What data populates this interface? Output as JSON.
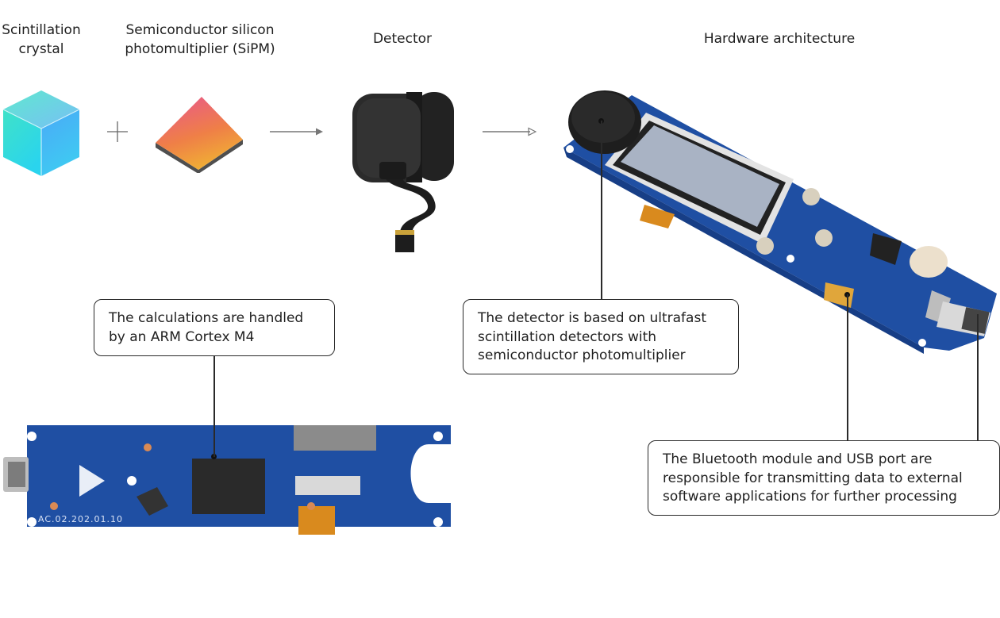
{
  "headings": {
    "crystal": "Scintillation\ncrystal",
    "sipm": "Semiconductor silicon\nphotomultiplier (SiPM)",
    "detector": "Detector",
    "hardware": "Hardware architecture"
  },
  "operators": {
    "plus": "plus-icon",
    "arrow_1": "arrow-right-icon",
    "arrow_2": "arrow-right-icon"
  },
  "callouts": {
    "arm": "The calculations are handled\nby an ARM Cortex M4",
    "detector": "The detector is based on ultrafast\nscintillation detectors with\nsemiconductor photomultiplier",
    "bluetooth": "The Bluetooth module and USB port are\nresponsible for transmitting data to external\nsoftware applications for further processing"
  },
  "board_marking": "AC.02.202.01.10",
  "colors": {
    "pcb_blue": "#1f4fa3",
    "pcb_dark": "#173e86",
    "lcd": "#a9b3c4",
    "flex_orange": "#d98a1e",
    "line": "#2a2a2a"
  }
}
